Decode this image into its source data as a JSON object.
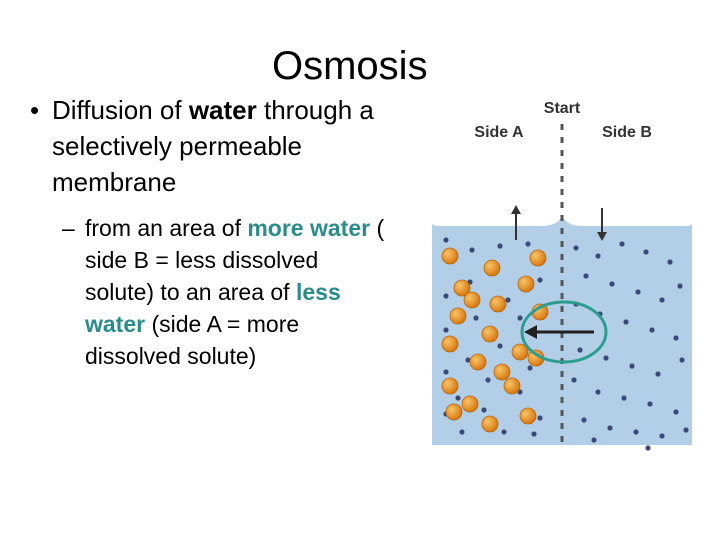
{
  "slide": {
    "title": "Osmosis",
    "bullet1": {
      "marker": "•",
      "prefix": "Diffusion of ",
      "emph": "water",
      "suffix": " through a selectively permeable membrane"
    },
    "bullet2": {
      "marker": "–",
      "part1": "from an area of ",
      "emph1": "more water",
      "part2": " ( side B = less dissolved solute) to an area of ",
      "emph2": "less water",
      "part3": " (side A = more dissolved solute)"
    }
  },
  "diagram": {
    "label_start": "Start",
    "label_side_a": "Side A",
    "label_side_b": "Side B",
    "colors": {
      "water": "#b3cfe8",
      "container_outline": "#ffffff",
      "membrane": "#555555",
      "solute": "#e08a1a",
      "water_molecule": "#3a4a78",
      "highlight_circle": "#2a9d8f",
      "arrow": "#333333"
    }
  }
}
